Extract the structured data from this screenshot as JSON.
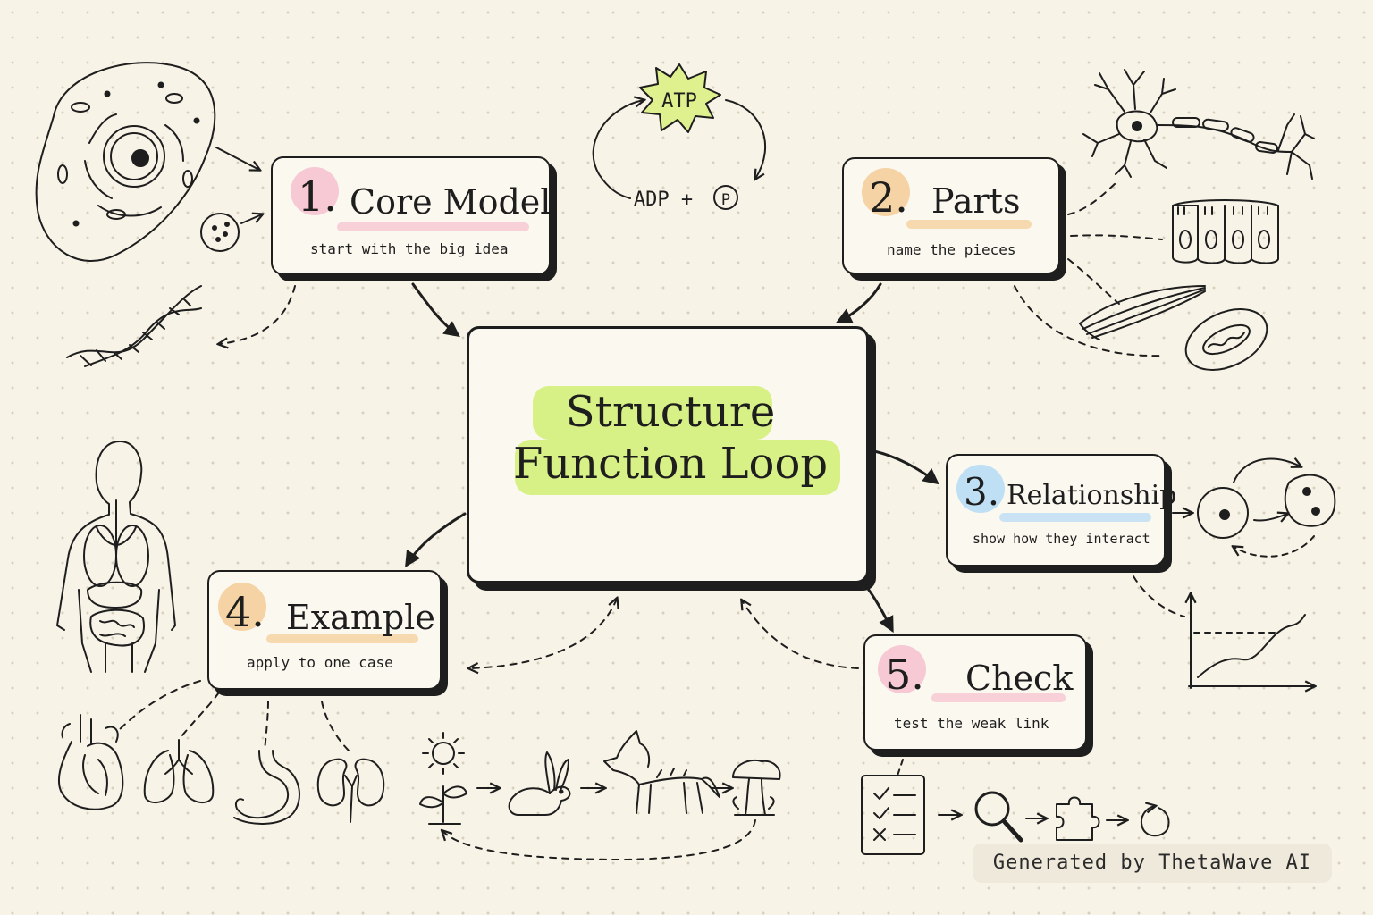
{
  "center": {
    "title_line1": "Structure",
    "title_line2": "Function Loop"
  },
  "cards": [
    {
      "number": "1.",
      "title": "Core Model",
      "subtitle": "start with the big idea",
      "color": "#f6c9d4"
    },
    {
      "number": "2.",
      "title": "Parts",
      "subtitle": "name the pieces",
      "color": "#f6d3a4"
    },
    {
      "number": "3.",
      "title": "Relationship",
      "subtitle": "show how they interact",
      "color": "#bfdff5"
    },
    {
      "number": "4.",
      "title": "Example",
      "subtitle": "apply to one case",
      "color": "#f6d3a4"
    },
    {
      "number": "5.",
      "title": "Check",
      "subtitle": "test the weak link",
      "color": "#f6c9d4"
    }
  ],
  "atp_cycle": {
    "atp_label": "ATP",
    "adp_label": "ADP +",
    "phosphate_label": "P"
  },
  "watermark": "Generated by ThetaWave AI",
  "colors": {
    "highlight": "#d4ef7a",
    "ink": "#1e1e1e",
    "background": "#f8f3e7"
  },
  "icons": [
    "animal-cell-icon",
    "small-cell-icon",
    "dna-icon",
    "atp-burst-icon",
    "neuron-icon",
    "epithelial-cells-icon",
    "muscle-fiber-icon",
    "mitochondrion-icon",
    "cell-division-icon",
    "growth-graph-icon",
    "human-body-icon",
    "heart-icon",
    "lungs-icon",
    "stomach-icon",
    "kidneys-icon",
    "sun-icon",
    "sprout-icon",
    "rabbit-icon",
    "wolf-icon",
    "mushroom-icon",
    "checklist-icon",
    "magnifier-icon",
    "puzzle-icon",
    "cycle-icon"
  ]
}
